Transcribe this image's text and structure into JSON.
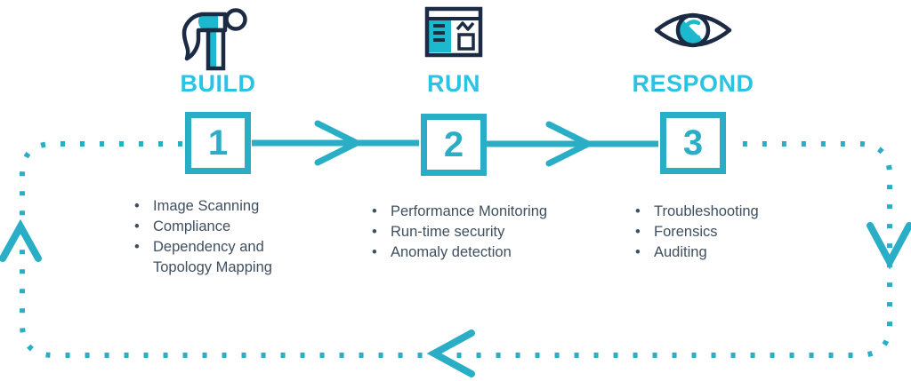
{
  "title": "Build Run Respond lifecycle loop",
  "colors": {
    "teal_line": "#29aec6",
    "cyan_heading": "#29c3e4",
    "navy_icon": "#1b2b44",
    "body_text": "#3f4f5f"
  },
  "stages": [
    {
      "label": "BUILD",
      "number": "1",
      "icon": "hammer-icon",
      "items": [
        "Image Scanning",
        "Compliance",
        "Dependency and Topology Mapping"
      ]
    },
    {
      "label": "RUN",
      "number": "2",
      "icon": "dashboard-icon",
      "items": [
        "Performance Monitoring",
        "Run-time security",
        "Anomaly detection"
      ]
    },
    {
      "label": "RESPOND",
      "number": "3",
      "icon": "eye-icon",
      "items": [
        "Troubleshooting",
        "Forensics",
        "Auditing"
      ]
    }
  ]
}
